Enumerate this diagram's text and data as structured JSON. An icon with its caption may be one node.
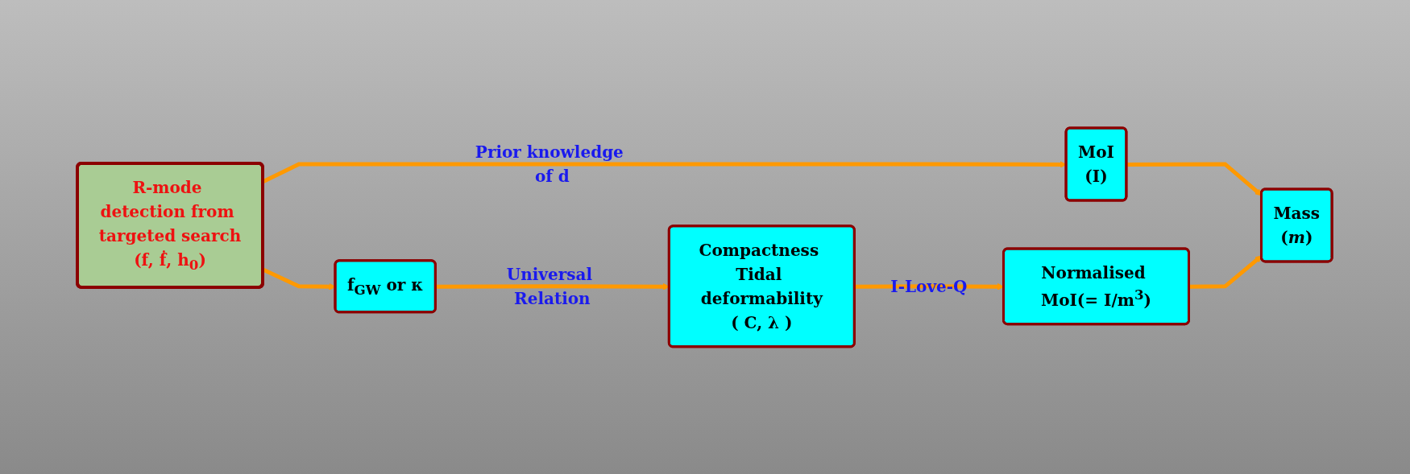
{
  "diagram": {
    "nodes": [
      {
        "text": [
          "R-mode detection from targeted search",
          "(f, ḟ, h$_{0}$)"
        ]
      },
      {
        "text": [
          "f$_{GW}$ or κ"
        ]
      },
      {
        "text": [
          "Compactness Tidal deformability",
          "( C, λ )"
        ]
      },
      {
        "text": [
          "MoI",
          "(I)"
        ]
      },
      {
        "text": [
          "Normalised MoI(= I/m$^{3}$)"
        ]
      },
      {
        "text": [
          "Mass",
          "(*m*)"
        ]
      }
    ],
    "edges": [
      {
        "from": 0,
        "to": 1,
        "arrow": "to"
      },
      {
        "from": 0,
        "to": 3,
        "arrow": "to",
        "label": "Prior knowledge of d"
      },
      {
        "from": 1,
        "to": 2,
        "arrow": "to",
        "label": "Universal Relation"
      },
      {
        "from": 2,
        "to": 4,
        "arrow": "to",
        "label": "I-Love-Q"
      },
      {
        "from": 3,
        "to": 5,
        "arrow": "to"
      },
      {
        "from": 4,
        "to": 5,
        "arrow": "to"
      }
    ]
  }
}
